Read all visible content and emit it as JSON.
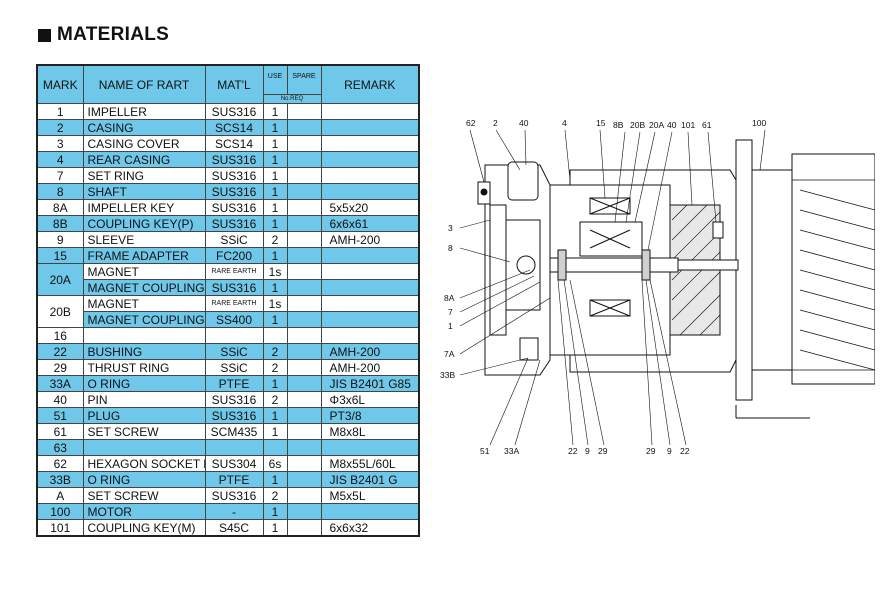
{
  "title": "MATERIALS",
  "table": {
    "headers": {
      "mark": "MARK",
      "name": "NAME OF RART",
      "matl": "MAT'L",
      "use": "USE",
      "spare": "SPARE",
      "no_req": "No.REQ",
      "remark": "REMARK"
    },
    "rows": [
      {
        "mark": "1",
        "name": "IMPELLER",
        "matl": "SUS316",
        "use": "1",
        "spare": "",
        "remark": "",
        "blue": false
      },
      {
        "mark": "2",
        "name": "CASING",
        "matl": "SCS14",
        "use": "1",
        "spare": "",
        "remark": "",
        "blue": true
      },
      {
        "mark": "3",
        "name": "CASING COVER",
        "matl": "SCS14",
        "use": "1",
        "spare": "",
        "remark": "",
        "blue": false
      },
      {
        "mark": "4",
        "name": "REAR CASING",
        "matl": "SUS316",
        "use": "1",
        "spare": "",
        "remark": "",
        "blue": true
      },
      {
        "mark": "7",
        "name": "SET RING",
        "matl": "SUS316",
        "use": "1",
        "spare": "",
        "remark": "",
        "blue": false
      },
      {
        "mark": "8",
        "name": "SHAFT",
        "matl": "SUS316",
        "use": "1",
        "spare": "",
        "remark": "",
        "blue": true
      },
      {
        "mark": "8A",
        "name": "IMPELLER KEY",
        "matl": "SUS316",
        "use": "1",
        "spare": "",
        "remark": "5x5x20",
        "blue": false
      },
      {
        "mark": "8B",
        "name": "COUPLING KEY(P)",
        "matl": "SUS316",
        "use": "1",
        "spare": "",
        "remark": "6x6x61",
        "blue": true
      },
      {
        "mark": "9",
        "name": "SLEEVE",
        "matl": "SSiC",
        "use": "2",
        "spare": "",
        "remark": "AMH-200",
        "blue": false
      },
      {
        "mark": "15",
        "name": "FRAME ADAPTER",
        "matl": "FC200",
        "use": "1",
        "spare": "",
        "remark": "",
        "blue": true
      }
    ],
    "group_20a": {
      "mark": "20A",
      "rows": [
        {
          "name": "MAGNET",
          "matl": "RARE EARTH",
          "use": "1s",
          "blue": false
        },
        {
          "name": "MAGNET COUPLING(P)",
          "matl": "SUS316",
          "use": "1",
          "blue": true
        }
      ]
    },
    "group_20b": {
      "mark": "20B",
      "rows": [
        {
          "name": "MAGNET",
          "matl": "RARE EARTH",
          "use": "1s",
          "blue": false
        },
        {
          "name": "MAGNET COUPLING(M)",
          "matl": "SS400",
          "use": "1",
          "blue": true
        }
      ]
    },
    "rows2": [
      {
        "mark": "16",
        "name": "",
        "matl": "",
        "use": "",
        "spare": "",
        "remark": "",
        "blue": false
      },
      {
        "mark": "22",
        "name": "BUSHING",
        "matl": "SSiC",
        "use": "2",
        "spare": "",
        "remark": "AMH-200",
        "blue": true
      },
      {
        "mark": "29",
        "name": "THRUST RING",
        "matl": "SSiC",
        "use": "2",
        "spare": "",
        "remark": "AMH-200",
        "blue": false
      },
      {
        "mark": "33A",
        "name": "O RING",
        "matl": "PTFE",
        "use": "1",
        "spare": "",
        "remark": "JIS B2401 G85",
        "blue": true
      },
      {
        "mark": "40",
        "name": "PIN",
        "matl": "SUS316",
        "use": "2",
        "spare": "",
        "remark": "Φ3x6L",
        "blue": false
      },
      {
        "mark": "51",
        "name": "PLUG",
        "matl": "SUS316",
        "use": "1",
        "spare": "",
        "remark": "PT3/8",
        "blue": true
      },
      {
        "mark": "61",
        "name": "SET SCREW",
        "matl": "SCM435",
        "use": "1",
        "spare": "",
        "remark": "M8x8L",
        "blue": false
      },
      {
        "mark": "63",
        "name": "",
        "matl": "",
        "use": "",
        "spare": "",
        "remark": "",
        "blue": true
      },
      {
        "mark": "62",
        "name": "HEXAGON SOCKET BOLT",
        "matl": "SUS304",
        "use": "6s",
        "spare": "",
        "remark": "M8x55L/60L",
        "blue": false
      },
      {
        "mark": "33B",
        "name": "O RING",
        "matl": "PTFE",
        "use": "1",
        "spare": "",
        "remark": "JIS B2401 G",
        "blue": true
      },
      {
        "mark": "A",
        "name": "SET SCREW",
        "matl": "SUS316",
        "use": "2",
        "spare": "",
        "remark": "M5x5L",
        "blue": false
      },
      {
        "mark": "100",
        "name": "MOTOR",
        "matl": "-",
        "use": "1",
        "spare": "",
        "remark": "",
        "blue": true
      },
      {
        "mark": "101",
        "name": "COUPLING KEY(M)",
        "matl": "S45C",
        "use": "1",
        "spare": "",
        "remark": "6x6x32",
        "blue": false
      }
    ]
  },
  "diagram": {
    "labels": {
      "l62": "62",
      "l2": "2",
      "l40": "40",
      "l4": "4",
      "l15": "15",
      "l8b": "8B",
      "l20b": "20B",
      "l20a": "20A",
      "l40b": "40",
      "l101": "101",
      "l61": "61",
      "l100": "100",
      "l3": "3",
      "l8": "8",
      "l8a": "8A",
      "l7": "7",
      "l1": "1",
      "l7a": "7A",
      "l33b": "33B",
      "l51": "51",
      "l33a": "33A",
      "l22a": "22",
      "l9a": "9",
      "l29a": "29",
      "l29b": "29",
      "l9b": "9",
      "l22b": "22"
    }
  }
}
